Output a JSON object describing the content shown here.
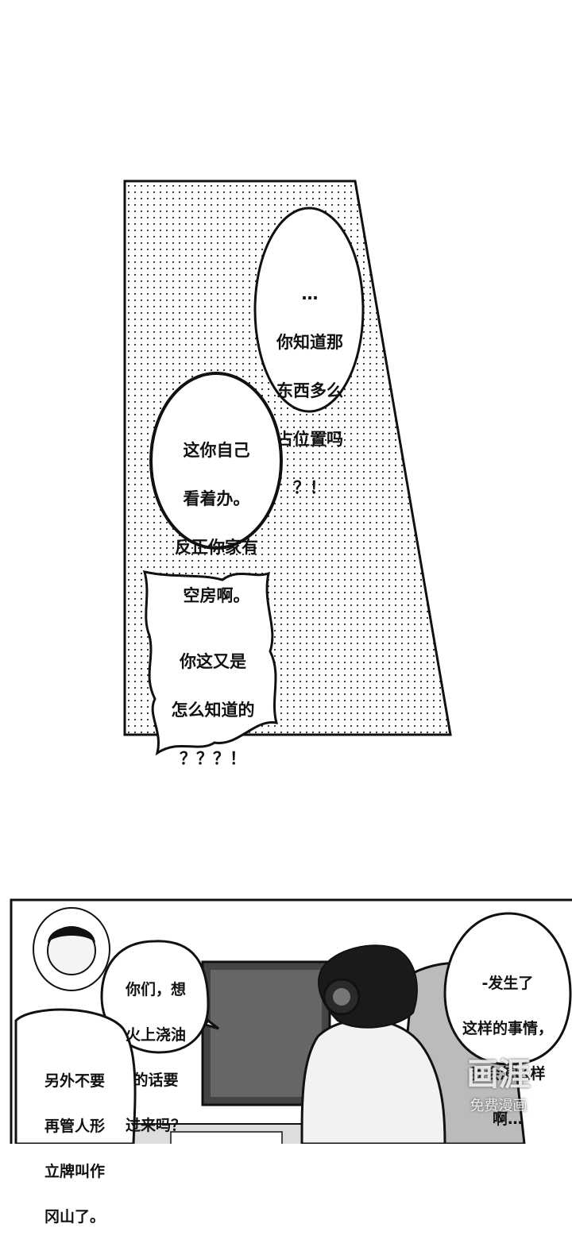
{
  "panel_top": {
    "bubble_1": {
      "lines": [
        "…",
        "你知道那",
        "东西多么",
        "占位置吗",
        "？！"
      ]
    },
    "bubble_2": {
      "lines": [
        "这你自己",
        "看着办。",
        "反正你家有",
        "空房啊。"
      ]
    },
    "bubble_3": {
      "lines": [
        "你这又是",
        "怎么知道的",
        "？？？！"
      ]
    }
  },
  "panel_bottom": {
    "bubble_left": {
      "lines": [
        "你们，想",
        "火上浇油",
        "的话要",
        "过来吗？"
      ]
    },
    "bubble_right": {
      "lines": [
        "-发生了",
        "这样的事情，",
        "我会怎么样",
        "啊…"
      ]
    },
    "bubble_bottom_left": {
      "lines": [
        "另外不要",
        "再管人形",
        "立牌叫作",
        "冈山了。"
      ]
    }
  },
  "watermark": {
    "logo_text": "画涯",
    "subtitle": "免费漫画"
  }
}
